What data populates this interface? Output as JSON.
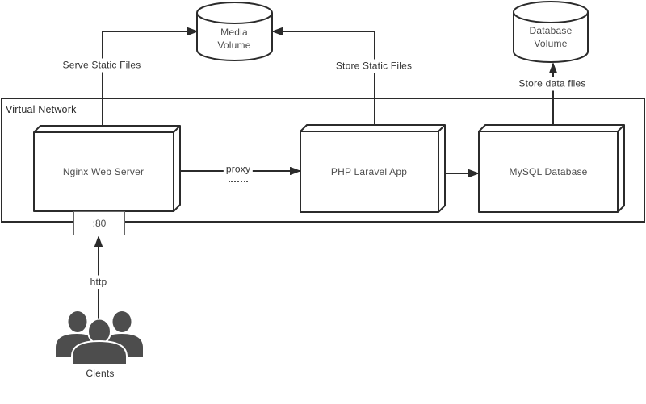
{
  "colors": {
    "stroke": "#2b2b2b",
    "node_fill": "#ffffff",
    "node_text": "#4d4d4d",
    "edge_label_text": "#333333",
    "clients_icon_fill": "#4d4d4d",
    "background": "#ffffff"
  },
  "virtual_network": {
    "label": "Virtual Network"
  },
  "nodes": {
    "nginx": {
      "label": "Nginx Web Server"
    },
    "php": {
      "label": "PHP Laravel App"
    },
    "mysql": {
      "label": "MySQL Database"
    },
    "media_volume": {
      "lines": [
        "Media",
        "Volume"
      ]
    },
    "database_volume": {
      "lines": [
        "Database",
        "Volume"
      ]
    },
    "clients": {
      "label": "Cients"
    }
  },
  "edges": {
    "serve_static": {
      "label": "Serve Static Files",
      "from": "Nginx Web Server",
      "to": "Media Volume"
    },
    "store_static": {
      "label": "Store Static Files",
      "from": "PHP Laravel App",
      "to": "Media Volume"
    },
    "store_data": {
      "label": "Store data files",
      "from": "MySQL Database",
      "to": "Database Volume"
    },
    "proxy": {
      "label": "proxy",
      "from": "Nginx Web Server",
      "to": "PHP Laravel App"
    },
    "http": {
      "label": "http",
      "from": "Cients",
      "to": "Nginx Web Server"
    },
    "app_to_db": {
      "from": "PHP Laravel App",
      "to": "MySQL Database"
    }
  },
  "badges": {
    "nginx_port": ":80"
  }
}
